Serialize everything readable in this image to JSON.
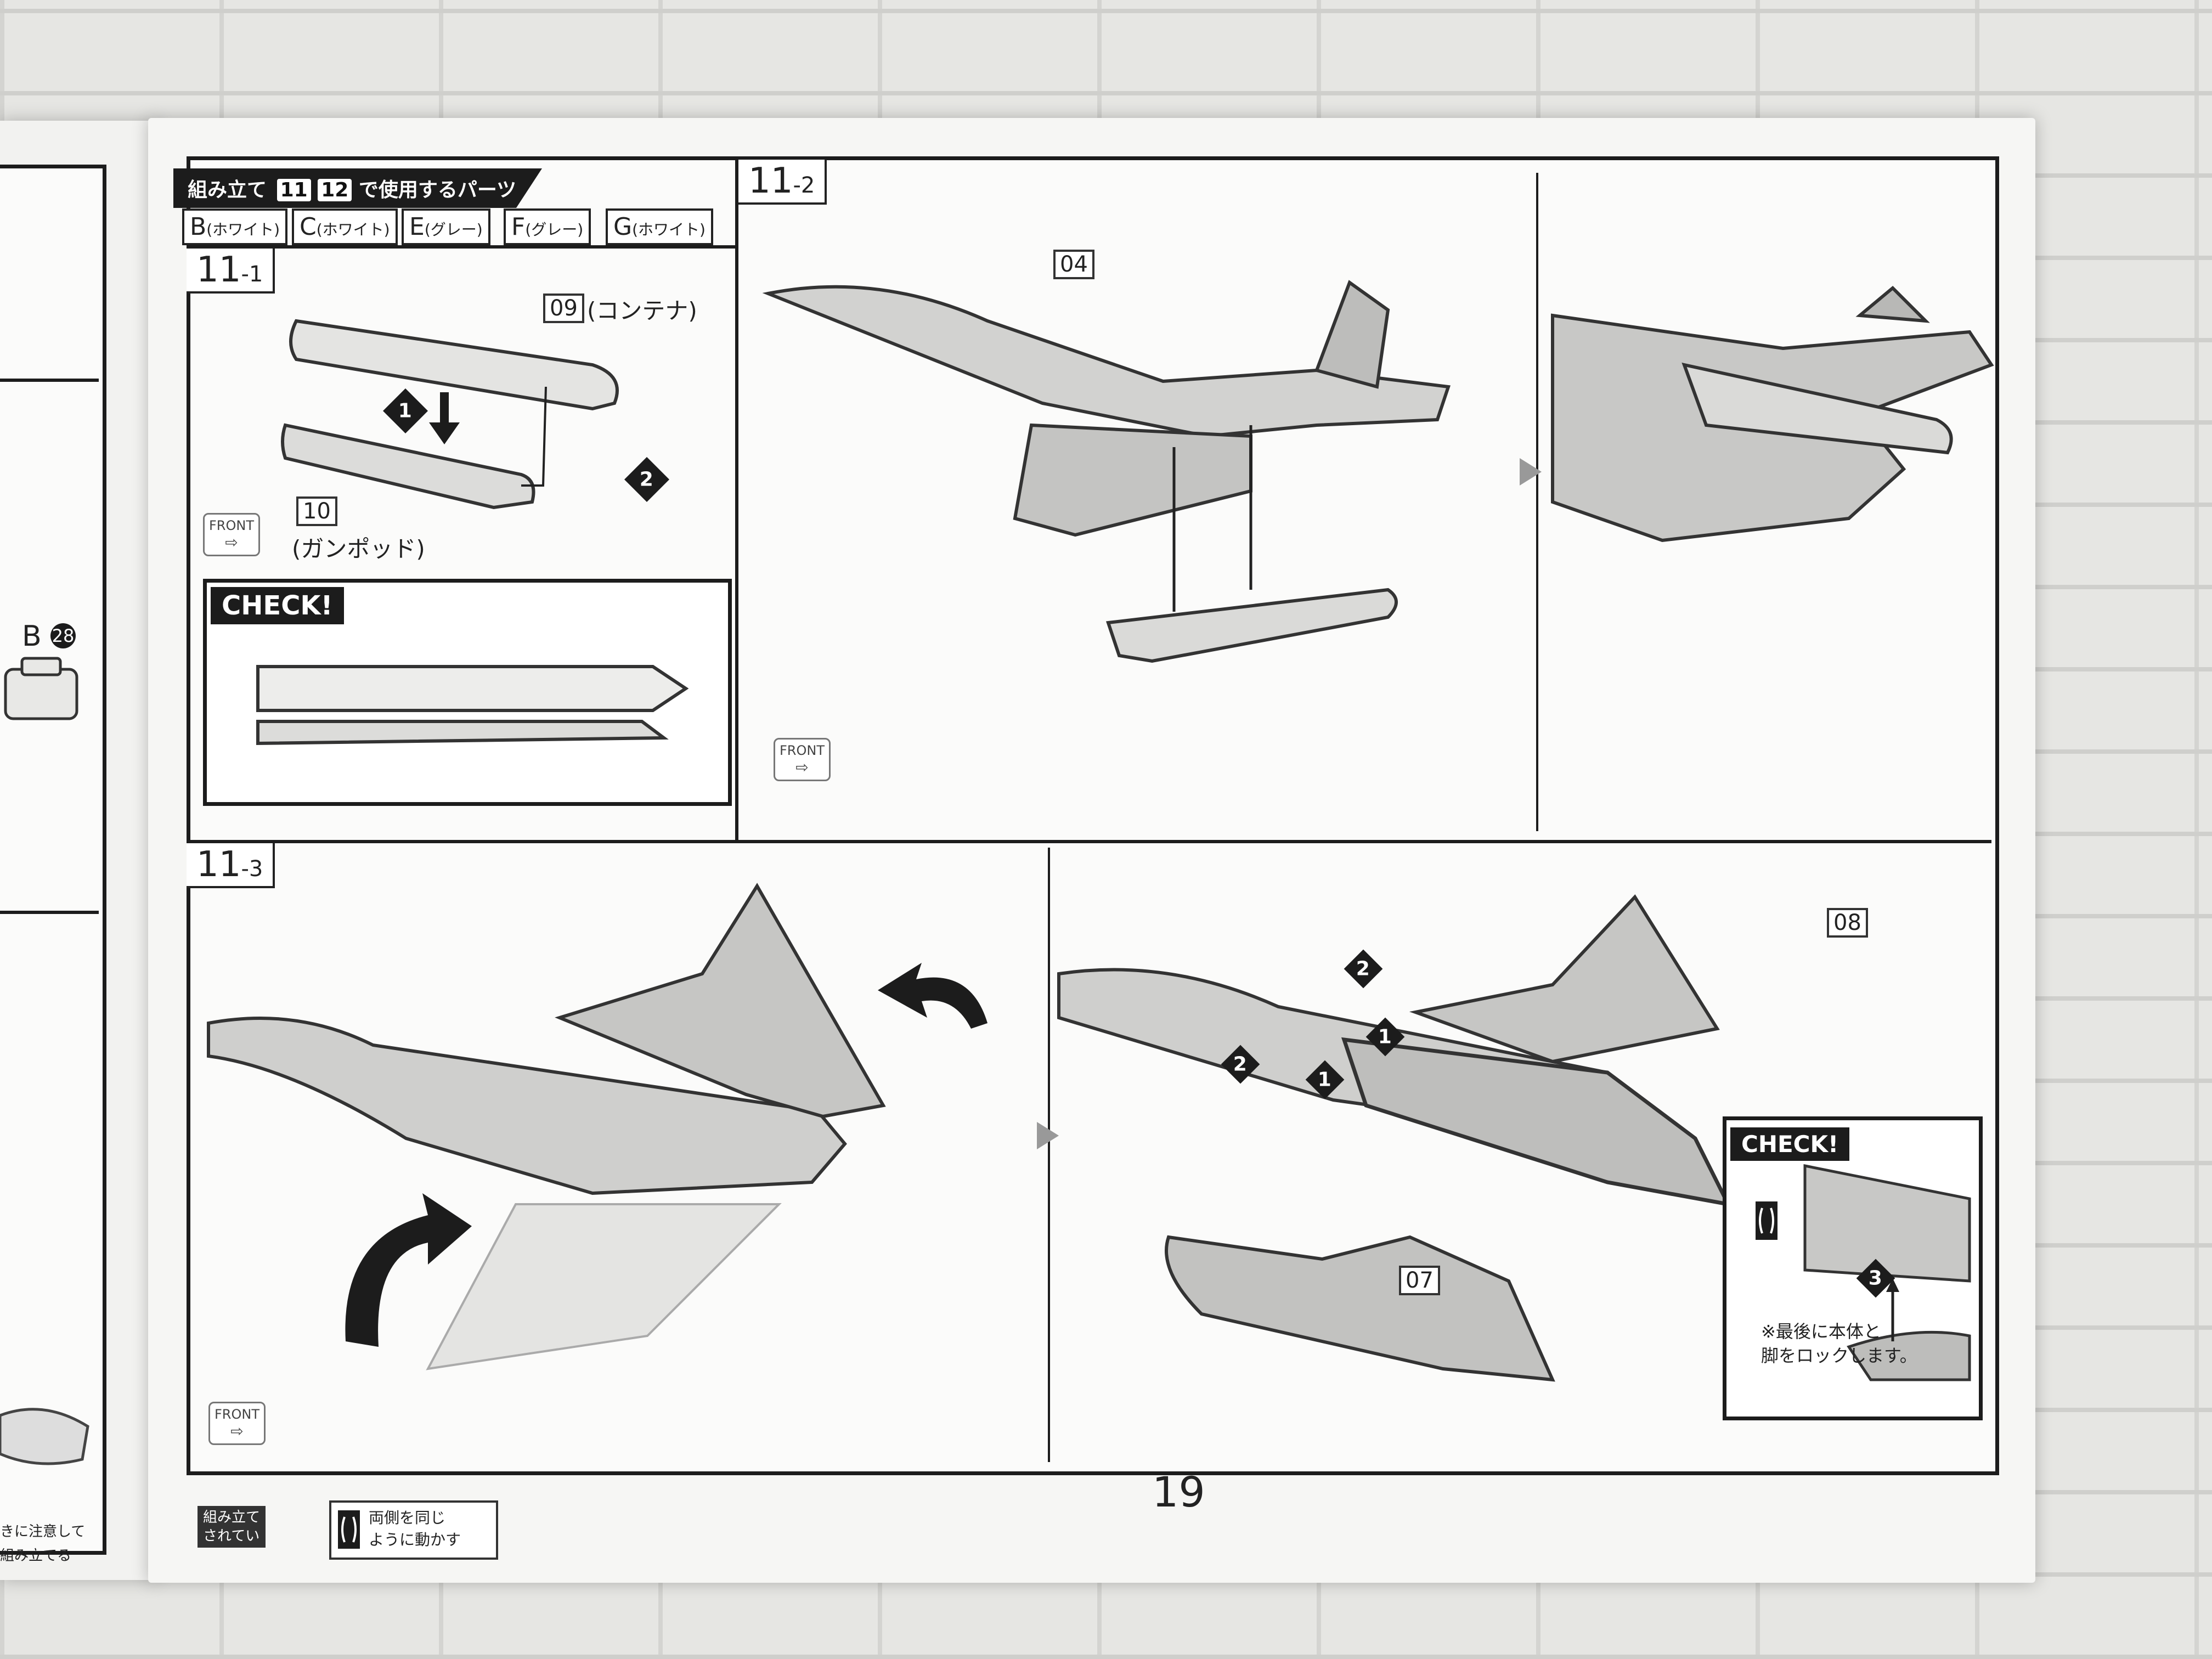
{
  "parts_header": {
    "prefix": "組み立て",
    "step_a": "11",
    "step_b": "12",
    "suffix": "で使用するパーツ"
  },
  "parts": [
    {
      "letter": "B",
      "color": "(ホワイト)"
    },
    {
      "letter": "C",
      "color": "(ホワイト)"
    },
    {
      "letter": "E",
      "color": "(グレー)"
    },
    {
      "letter": "F",
      "color": "(グレー)"
    },
    {
      "letter": "G",
      "color": "(ホワイト)"
    }
  ],
  "steps": {
    "s11_1": {
      "main": "11",
      "sub": "-1"
    },
    "s11_2": {
      "main": "11",
      "sub": "-2"
    },
    "s11_3": {
      "main": "11",
      "sub": "-3"
    }
  },
  "part_labels": {
    "p09": "09",
    "p09_name": "(コンテナ)",
    "p10": "10",
    "p10_name": "(ガンポッド)",
    "p04": "04",
    "p08": "08",
    "p07": "07"
  },
  "check_label": "CHECK!",
  "front_label": "FRONT",
  "markers": {
    "m1": "1",
    "m2": "2",
    "m3": "3"
  },
  "check_note": "※最後に本体と\n脚をロックします。",
  "left_page": {
    "part_ref_letter": "B",
    "part_ref_num": "28",
    "note_line1": "組み立て",
    "note_line2": "されてい",
    "note_line3": "きに注意して",
    "note_line4": "組み立てる"
  },
  "footer_legend": "両側を同じ\nように動かす",
  "page_number": "19"
}
